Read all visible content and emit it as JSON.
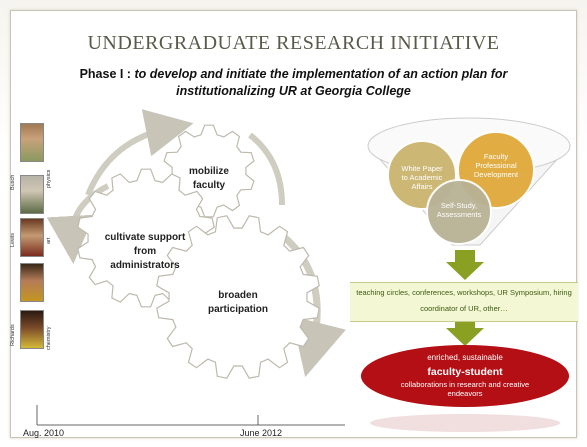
{
  "title": "UNDERGRADUATE RESEARCH INITIATIVE",
  "phase": {
    "label": "Phase I :",
    "text": "to develop and initiate the implementation of an action plan for institutionalizing UR at Georgia College"
  },
  "people": [
    {
      "name": "Busch",
      "dept": "physics"
    },
    {
      "name": "Lewis",
      "dept": "art"
    },
    {
      "name": "Richards",
      "dept": "chemistry"
    }
  ],
  "gears": {
    "mobilize": "mobilize faculty",
    "cultivate": "cultivate support from administrators",
    "broaden": "broaden participation"
  },
  "funnel": {
    "circle1": "White Paper to Academic Affairs",
    "circle2": "Faculty Professional Development",
    "circle3": "Self-Study, Assessments",
    "activities": "teaching circles, conferences, workshops, UR Symposium, hiring coordinator of UR, other…",
    "outcome_line1": "enriched, sustainable",
    "outcome_line2": "faculty-student",
    "outcome_line3": "collaborations in research and creative endeavors"
  },
  "timeline": {
    "start": "Aug. 2010",
    "end": "June 2012"
  },
  "colors": {
    "title": "#5a5a4a",
    "funnel_green": "#8aa023",
    "oval_red": "#b30f14",
    "gold": "#d4a32a"
  }
}
